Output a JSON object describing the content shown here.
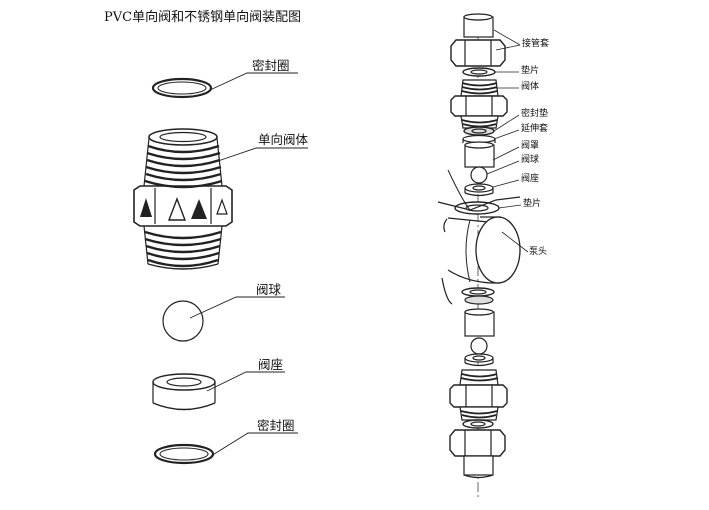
{
  "title": "PVC单向阀和不锈钢单向阀装配图",
  "pvc_labels": {
    "seal_ring_top": "密封圈",
    "valve_body": "单向阀体",
    "valve_ball": "阀球",
    "valve_seat": "阀座",
    "seal_ring_bottom": "密封圈"
  },
  "ss_labels": {
    "pipe_connector": "接管套",
    "gasket_top": "垫片",
    "valve_body": "阀体",
    "seal_pad": "密封垫",
    "extension_sleeve": "延伸套",
    "valve_cover": "阀罩",
    "valve_ball": "阀球",
    "valve_seat": "阀座",
    "gasket_bottom": "垫片",
    "pump_head": "泵头"
  }
}
